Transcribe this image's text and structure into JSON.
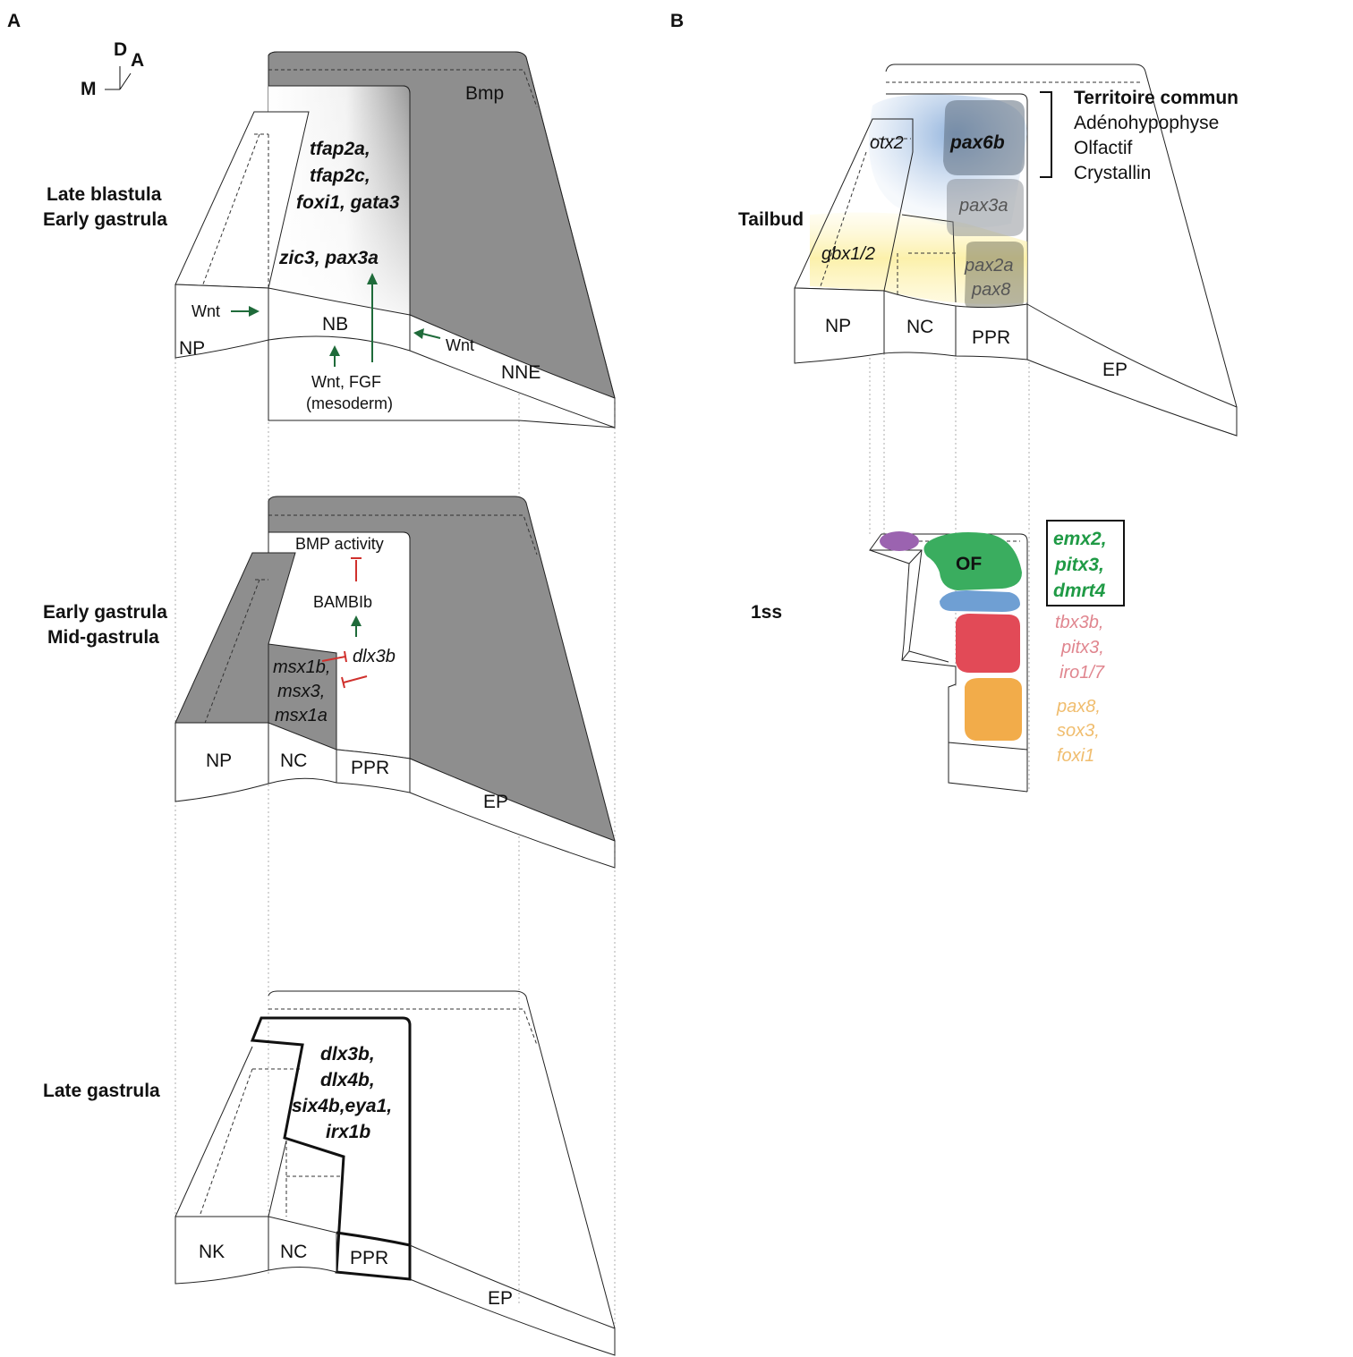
{
  "panels": {
    "a": "A",
    "b": "B"
  },
  "axes": {
    "d": "D",
    "a": "A",
    "m": "M"
  },
  "panel_a": {
    "stage1": {
      "title_line1": "Late blastula",
      "title_line2": "Early gastrula",
      "bmp": "Bmp",
      "genes": [
        "tfap2a,",
        "tfap2c,",
        "foxi1, gata3"
      ],
      "genes2": "zic3,  pax3a",
      "wnt_left": "Wnt",
      "wnt_right": "Wnt",
      "signal_line1": "Wnt, FGF",
      "signal_line2": "(mesoderm)",
      "regions": {
        "np": "NP",
        "nb": "NB",
        "nne": "NNE"
      }
    },
    "stage2": {
      "title_line1": "Early gastrula",
      "title_line2": "Mid-gastrula",
      "bmp_activity": "BMP activity",
      "bambi": "BAMBIb",
      "dlx": "dlx3b",
      "msx": [
        "msx1b,",
        "msx3,",
        "msx1a"
      ],
      "regions": {
        "np": "NP",
        "nc": "NC",
        "ppr": "PPR",
        "ep": "EP"
      }
    },
    "stage3": {
      "title": "Late gastrula",
      "genes": [
        "dlx3b,",
        "dlx4b,",
        "six4b,eya1,",
        "irx1b"
      ],
      "regions": {
        "nk": "NK",
        "nc": "NC",
        "ppr": "PPR",
        "ep": "EP"
      }
    }
  },
  "panel_b": {
    "tailbud": {
      "title": "Tailbud",
      "territory_title": "Territoire commun",
      "territory_items": [
        "Adénohypophyse",
        "Olfactif",
        "Crystallin"
      ],
      "genes": {
        "otx2": "otx2",
        "pax6b": "pax6b",
        "pax3a": "pax3a",
        "gbx": "gbx1/2",
        "pax2a": "pax2a",
        "pax8": "pax8"
      },
      "regions": {
        "np": "NP",
        "nc": "NC",
        "ppr": "PPR",
        "ep": "EP"
      }
    },
    "ss": {
      "title": "1ss",
      "of": "OF",
      "green_genes": [
        "emx2,",
        "pitx3,",
        "dmrt4"
      ],
      "pink_genes": [
        "tbx3b,",
        "pitx3,",
        "iro1/7"
      ],
      "orange_genes": [
        "pax8,",
        "sox3,",
        "foxi1"
      ]
    }
  },
  "colors": {
    "signal_green": "#1f6b3a",
    "inhibit_red": "#d0312d",
    "of_green": "#3aad5f",
    "blue": "#6f9fd3",
    "red": "#e24a57",
    "orange": "#f2ac4a",
    "purple": "#9b63b0",
    "pink_text": "#e0868f",
    "orange_text": "#f0bd6e",
    "green_text": "#1f9a45"
  }
}
